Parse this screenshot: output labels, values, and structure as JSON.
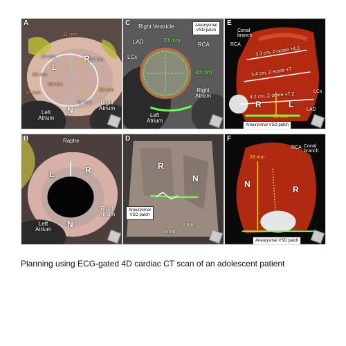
{
  "caption": "Planning using ECG-gated 4D cardiac CT scan of an adolescent patient",
  "panels": {
    "A": {
      "label": "A",
      "m_11": "11 mm",
      "m_10a": "10 mm",
      "m_10b": "10 mm",
      "m_60": "60 mm",
      "m_58": "58 mm",
      "m_27": "27 mm",
      "m_28": "28 mm",
      "m_21": "21 mm",
      "L": "L",
      "R": "R",
      "N": "N",
      "left_atrium": "Left\nAtrium",
      "right_atrium": "Right\nAtrium"
    },
    "B": {
      "label": "B",
      "raphe": "Raphe",
      "L": "L",
      "R": "R",
      "N": "N",
      "left_atrium": "Left\nAtrium",
      "right_atrium": "Right\nAtrium"
    },
    "C": {
      "label": "C",
      "right_ventricle": "Right Ventricle",
      "patch_box": "Aneurysmal\nVSD patch",
      "lad": "LAD",
      "rca": "RCA",
      "lcx": "LCx",
      "m_33": "33 mm",
      "m_43": "43 mm",
      "left_atrium": "Left\nAtrium",
      "right_atrium": "Right\nAtrium"
    },
    "D": {
      "label": "D",
      "R": "R",
      "N": "N",
      "patch_box": "Aneurysmal\nVSD patch",
      "m_3": "3 mm",
      "m_6": "6 mm"
    },
    "E": {
      "label": "E",
      "conal": "Conal\nbranch",
      "rca": "RCA",
      "m1": "3.3 cm, Z-score +4.3",
      "m2": "3.4 cm, Z-score +7",
      "m3": "4.2 cm, Z-score +7.2",
      "lcx": "LCx",
      "R": "R",
      "L": "L",
      "lad": "LAD",
      "m_11": "11 mm",
      "patch_box": "Aneurysmal VSD patch"
    },
    "F": {
      "label": "F",
      "rca": "RCA",
      "conal": "Conal\nbranch",
      "m_28": "28 mm",
      "N": "N",
      "R": "R",
      "patch_box": "Aneurysmal VSD patch"
    }
  }
}
